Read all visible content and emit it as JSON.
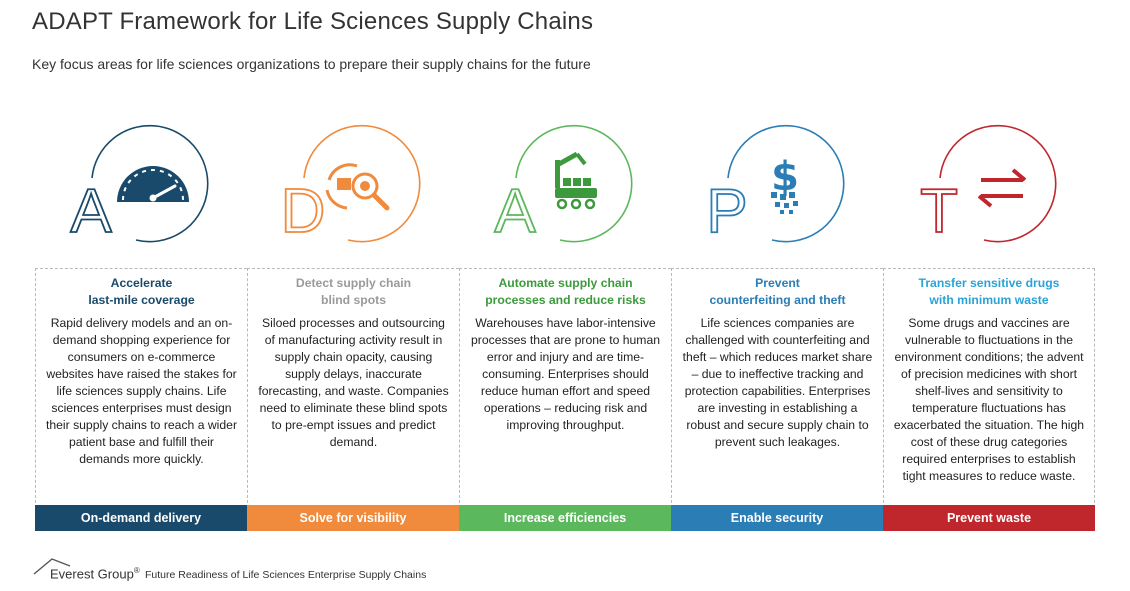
{
  "title": "ADAPT Framework for Life Sciences Supply Chains",
  "subtitle": "Key focus areas for life sciences organizations to prepare their supply chains for the future",
  "pillars": [
    {
      "letter": "A",
      "color": "#1a4a6b",
      "icon": "speedometer-icon",
      "title_line1": "Accelerate",
      "title_line2": "last-mile coverage",
      "body": "Rapid delivery models and an on-demand shopping experience for consumers on e-commerce websites have raised the stakes for life sciences supply chains. Life sciences enterprises must design their supply chains to reach a wider patient base and fulfill their demands more quickly.",
      "band": "On-demand delivery"
    },
    {
      "letter": "D",
      "color": "#f08a3c",
      "icon": "magnifier-cycle-icon",
      "title_line1": "Detect supply chain",
      "title_line2": "blind spots",
      "body": "Siloed processes and outsourcing of manufacturing activity result in supply chain opacity, causing supply delays, inaccurate forecasting, and waste. Companies need to eliminate these blind spots to pre-empt issues and predict demand.",
      "band": "Solve for visibility"
    },
    {
      "letter": "A",
      "color": "#5cb85c",
      "icon": "robot-conveyor-icon",
      "title_line1": "Automate supply chain",
      "title_line2": "processes and reduce risks",
      "body": "Warehouses have labor-intensive processes that are prone to human error and injury and are time-consuming. Enterprises should reduce human effort and speed operations – reducing risk and improving throughput.",
      "band": "Increase efficiencies"
    },
    {
      "letter": "P",
      "color": "#2a7db5",
      "icon": "dollar-shatter-icon",
      "title_line1": "Prevent",
      "title_line2": "counterfeiting and theft",
      "body": "Life sciences companies are challenged with counterfeiting and theft – which reduces market share – due to ineffective tracking and protection capabilities. Enterprises are investing in establishing a robust and secure supply chain to prevent such leakages.",
      "band": "Enable security"
    },
    {
      "letter": "T",
      "color": "#c0272d",
      "icon": "transfer-arrows-icon",
      "title_line1": "Transfer sensitive drugs",
      "title_line2": "with minimum waste",
      "body": "Some drugs and vaccines are vulnerable to fluctuations in the environment conditions; the advent of precision medicines with short shelf-lives and sensitivity to temperature fluctuations has exacerbated the situation. The high cost of these drug categories required enterprises to establish tight measures to reduce waste.",
      "band": "Prevent waste"
    }
  ],
  "pillar_title_colors": [
    "#1a4a6b",
    "#9a9a9a",
    "#3c9a3c",
    "#2a7db5",
    "#2aa3d6"
  ],
  "footer": {
    "brand": "Everest Group",
    "brand_mark": "®",
    "caption": "Future Readiness of Life Sciences Enterprise Supply Chains"
  }
}
